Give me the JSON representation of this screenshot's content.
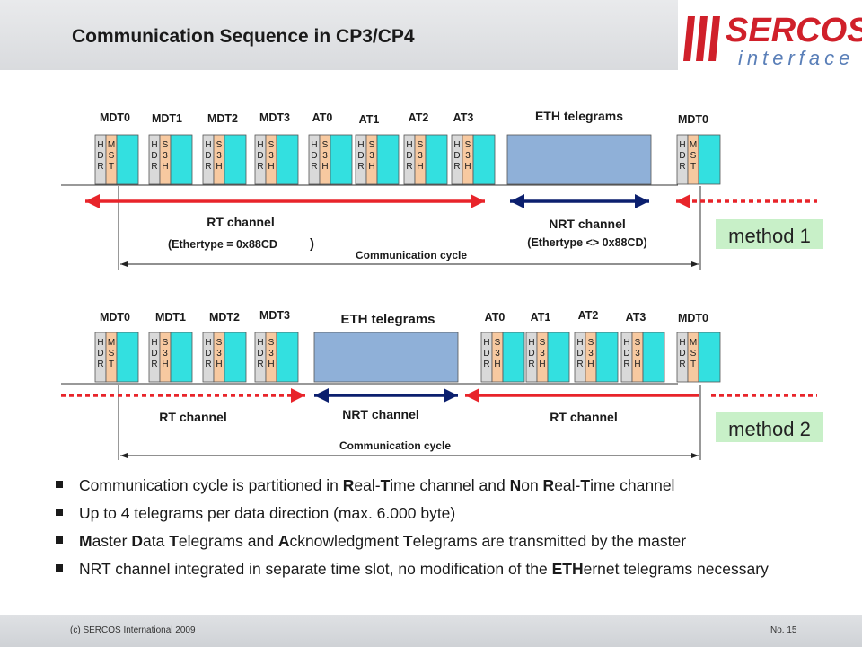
{
  "header": {
    "title": "Communication Sequence in CP3/CP4",
    "logo_line1": "SERCOS",
    "logo_line2": "interface"
  },
  "diagram": {
    "method1": {
      "label": "method 1",
      "slot_labels": [
        "MDT0",
        "MDT1",
        "MDT2",
        "MDT3",
        "AT0",
        "AT1",
        "AT2",
        "AT3",
        "MDT0"
      ],
      "eth_label": "ETH telegrams",
      "rt_channel": "RT channel",
      "rt_ethertype": "(Ethertype = 0x88CD",
      "rt_ethertype_close": ")",
      "nrt_channel": "NRT channel",
      "nrt_ethertype": "(Ethertype <> 0x88CD)",
      "cycle": "Communication cycle"
    },
    "method2": {
      "label": "method 2",
      "slot_labels": [
        "MDT0",
        "MDT1",
        "MDT2",
        "MDT3",
        "AT0",
        "AT1",
        "AT2",
        "AT3",
        "MDT0"
      ],
      "eth_label": "ETH telegrams",
      "rt_channel_left": "RT channel",
      "nrt_channel": "NRT channel",
      "rt_channel_right": "RT channel",
      "cycle": "Communication cycle"
    },
    "field_hdr": [
      "H",
      "D",
      "R"
    ],
    "field_mst": [
      "M",
      "S",
      "T"
    ],
    "field_s3h": [
      "S",
      "3",
      "H"
    ]
  },
  "bullets": [
    {
      "parts": [
        [
          "Communication cycle is partitioned in ",
          false
        ],
        [
          "R",
          true
        ],
        [
          "eal-",
          false
        ],
        [
          "T",
          true
        ],
        [
          "ime channel and ",
          false
        ],
        [
          "N",
          true
        ],
        [
          "on ",
          false
        ],
        [
          "R",
          true
        ],
        [
          "eal-",
          false
        ],
        [
          "T",
          true
        ],
        [
          "ime channel",
          false
        ]
      ]
    },
    {
      "parts": [
        [
          "Up to 4 telegrams per data direction (max. 6.000 byte)",
          false
        ]
      ]
    },
    {
      "parts": [
        [
          "M",
          true
        ],
        [
          "aster ",
          false
        ],
        [
          "D",
          true
        ],
        [
          "ata ",
          false
        ],
        [
          "T",
          true
        ],
        [
          "elegrams and ",
          false
        ],
        [
          "A",
          true
        ],
        [
          "cknowledgment ",
          false
        ],
        [
          "T",
          true
        ],
        [
          "elegrams are transmitted by the master",
          false
        ]
      ]
    },
    {
      "parts": [
        [
          "NRT channel integrated in separate time slot, no modification of the ",
          false
        ],
        [
          "ETH",
          true
        ],
        [
          "ernet telegrams necessary",
          false
        ]
      ]
    }
  ],
  "footer": {
    "copyright": "(c) SERCOS International 2009",
    "page": "No. 15"
  },
  "colors": {
    "hdr_fill": "#d9d9d9",
    "mst_fill": "#f7c9a0",
    "data_fill": "#33e0e0",
    "eth_fill": "#8fb0d8",
    "rt_arrow": "#e8242a",
    "nrt_arrow": "#0b1f6e",
    "method_bg": "#c8f0c8"
  }
}
